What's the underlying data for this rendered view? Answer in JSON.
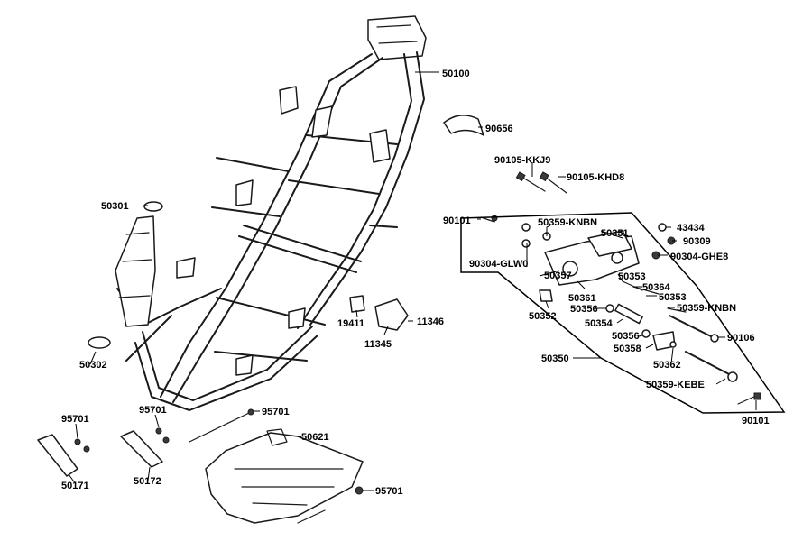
{
  "labels": {
    "p50100": "50100",
    "p90656": "90656",
    "p90105_kkj9": "90105-KKJ9",
    "p90105_khd8": "90105-KHD8",
    "p50301": "50301",
    "p90101_a": "90101",
    "p50359_knbn_a": "50359-KNBN",
    "p50351": "50351",
    "p43434": "43434",
    "p90309": "90309",
    "p90304_ghe8": "90304-GHE8",
    "p90304_glw0": "90304-GLW0",
    "p50357": "50357",
    "p50353_a": "50353",
    "p50364": "50364",
    "p50353_b": "50353",
    "p50361": "50361",
    "p50356_a": "50356",
    "p50359_knbn_b": "50359-KNBN",
    "p50352": "50352",
    "p19411": "19411",
    "p11346": "11346",
    "p11345": "11345",
    "p50354": "50354",
    "p50356_b": "50356",
    "p90106": "90106",
    "p50358": "50358",
    "p50302": "50302",
    "p50350": "50350",
    "p50362": "50362",
    "p50359_kebe": "50359-KEBE",
    "p90101_b": "90101",
    "p95701_a": "95701",
    "p95701_b": "95701",
    "p95701_c": "95701",
    "p50621": "50621",
    "p50171": "50171",
    "p50172": "50172",
    "p95701_d": "95701"
  }
}
